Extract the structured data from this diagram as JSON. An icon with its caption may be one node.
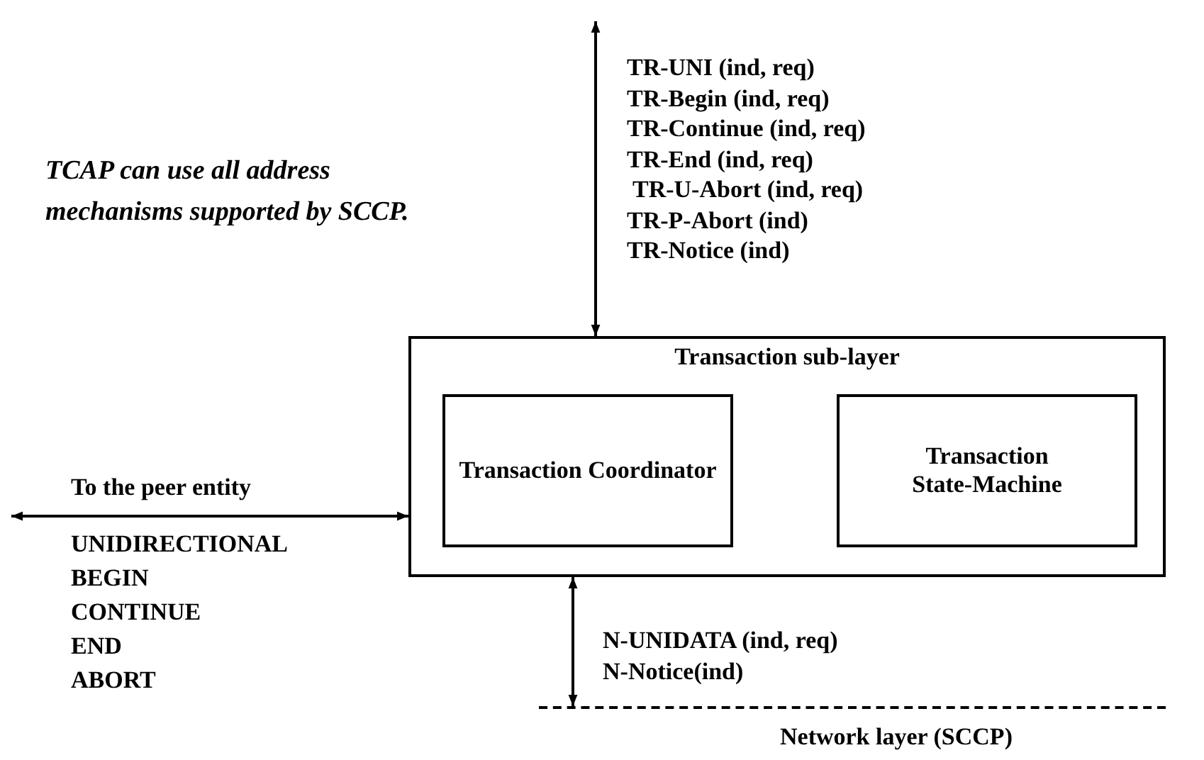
{
  "diagram": {
    "nodes": [
      {
        "text": [
          "Transaction sub-layer"
        ]
      },
      {
        "text": [
          "Transaction Coordinator"
        ],
        "in": 0
      },
      {
        "text": [
          "Transaction State-Machine"
        ],
        "in": 0
      },
      {
        "text": [
          "Network layer (SCCP)"
        ]
      }
    ],
    "edges": [
      {
        "from": null,
        "to": 0,
        "arrow": "both"
      },
      {
        "from": null,
        "to": 0,
        "arrow": "both",
        "label": "To the peer entity"
      },
      {
        "from": 0,
        "to": 3,
        "arrow": "both"
      }
    ],
    "labels": [
      "TR-UNI (ind, req)",
      "TR-Begin (ind, req)",
      "TR-Continue (ind, req)",
      "TR-End (ind, req)",
      "TR-U-Abort (ind, req)",
      "TR-P-Abort (ind)",
      "TR-Notice (ind)",
      "TCAP can use all address mechanisms supported by SCCP.",
      "UNIDIRECTIONAL",
      "BEGIN",
      "CONTINUE",
      "END",
      "ABORT",
      "N-UNIDATA (ind, req)",
      "N-Notice(ind)"
    ]
  }
}
